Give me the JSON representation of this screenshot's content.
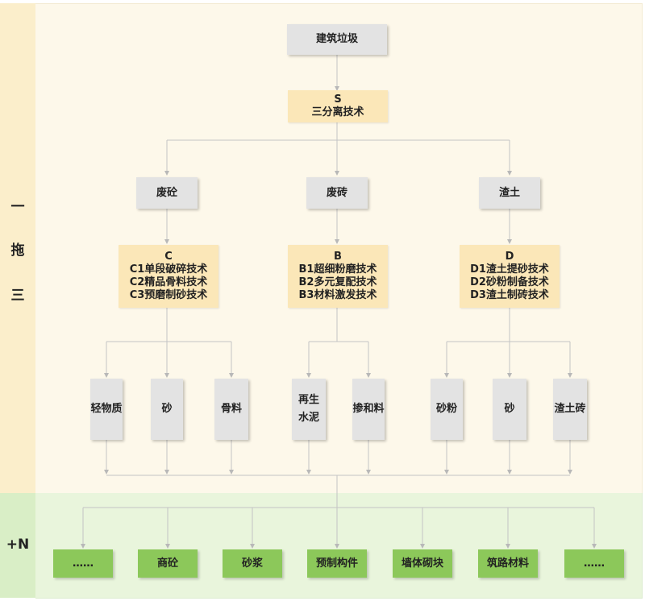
{
  "side_labels": {
    "top": [
      "一",
      "拖",
      "三"
    ],
    "bottom": "+N"
  },
  "root": "建筑垃圾",
  "separation": {
    "code": "S",
    "label": "三分离技术"
  },
  "categories": [
    "废砼",
    "废砖",
    "渣土"
  ],
  "technologies": [
    {
      "code": "C",
      "items": [
        "C1单段破碎技术",
        "C2精品骨料技术",
        "C3预磨制砂技术"
      ]
    },
    {
      "code": "B",
      "items": [
        "B1超细粉磨技术",
        "B2多元复配技术",
        "B3材料激发技术"
      ]
    },
    {
      "code": "D",
      "items": [
        "D1渣土提砂技术",
        "D2砂粉制备技术",
        "D3渣土制砖技术"
      ]
    }
  ],
  "products": [
    [
      "轻物质"
    ],
    [
      "砂"
    ],
    [
      "骨料"
    ],
    [
      "再生",
      "水泥"
    ],
    [
      "掺和料"
    ],
    [
      "砂粉"
    ],
    [
      "砂"
    ],
    [
      "渣土砖"
    ]
  ],
  "applications": [
    "……",
    "商砼",
    "砂浆",
    "预制构件",
    "墙体砌块",
    "筑路材料",
    "……"
  ],
  "colors": {
    "top_band": "#fdf8ea",
    "bottom_band": "#e9f5dc",
    "gray_box": "#e3e3e3",
    "tech_box": "#fbe7b8",
    "app_box": "#8cc85a"
  }
}
